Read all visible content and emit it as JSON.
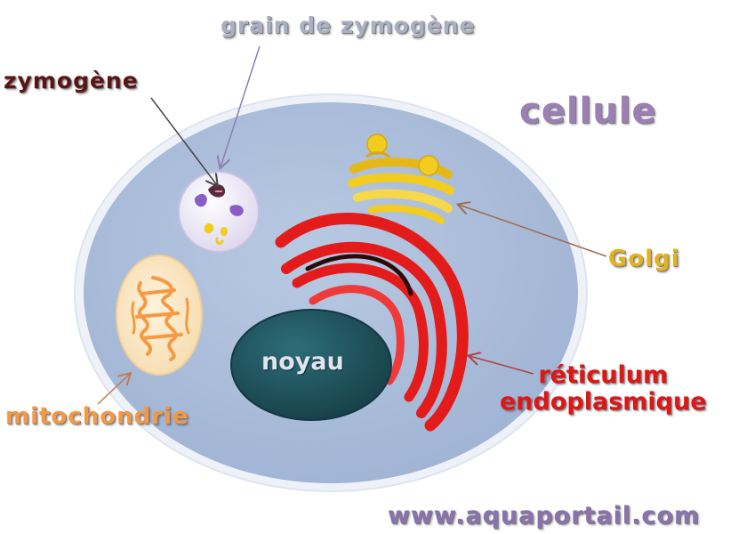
{
  "labels": {
    "grain": "grain de zymogène",
    "zymogene": "zymogène",
    "cellule": "cellule",
    "golgi": "Golgi",
    "noyau": "noyau",
    "reticulum_line1": "réticulum",
    "reticulum_line2": "endoplasmique",
    "mitochondrie": "mitochondrie",
    "watermark": "www.aquaportail.com"
  },
  "colors": {
    "cell_fill": "#a9bcd9",
    "cell_border": "#eef2f8",
    "nucleus": "#1f5560",
    "reticulum": "#e31b1b",
    "golgi": "#f2cc1e",
    "mitochondria": "#f59a42",
    "vesicle": "#e9e6f4"
  }
}
